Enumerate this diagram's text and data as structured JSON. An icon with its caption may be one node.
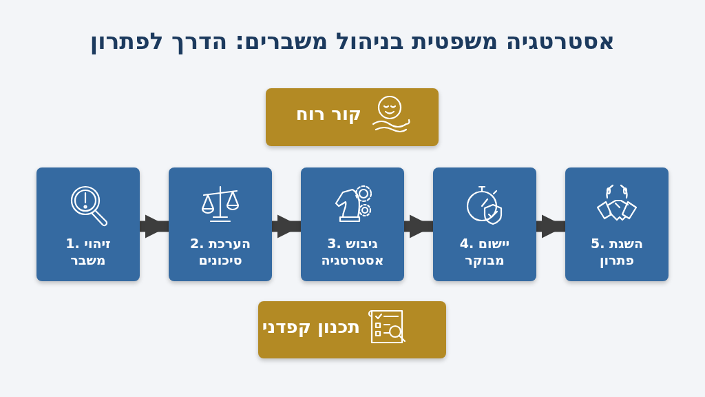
{
  "diagram": {
    "title": "אסטרטגיה משפטית בניהול משברים: הדרך לפתרון",
    "nodes": [
      {
        "text": [
          "קור רוח"
        ]
      },
      {
        "text": [
          "1. זיהוי משבר"
        ]
      },
      {
        "text": [
          "2. הערכת סיכונים"
        ]
      },
      {
        "text": [
          "3. גיבוש אסטרטגיה"
        ]
      },
      {
        "text": [
          "4. יישום מבוקר"
        ]
      },
      {
        "text": [
          "5. השגת פתרון"
        ]
      },
      {
        "text": [
          "תכנון קפדני"
        ]
      }
    ],
    "edges": [
      {
        "from": 1,
        "to": 2,
        "arrow": "to"
      },
      {
        "from": 2,
        "to": 3,
        "arrow": "to"
      },
      {
        "from": 3,
        "to": 4,
        "arrow": "to"
      },
      {
        "from": 4,
        "to": 5,
        "arrow": "to"
      }
    ]
  }
}
